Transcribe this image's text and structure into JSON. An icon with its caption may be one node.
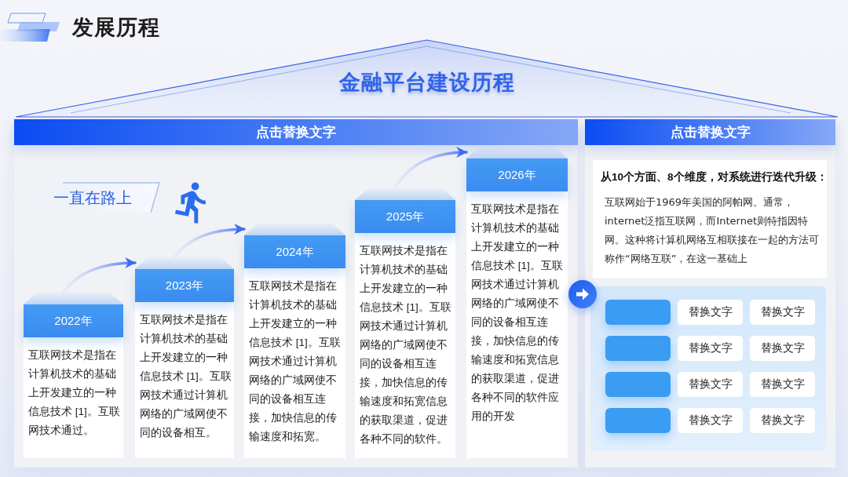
{
  "diagram": {
    "title": "发展历程",
    "nodes": [
      {
        "text": [
          "金融平台建设历程"
        ]
      },
      {
        "text": [
          "点击替换文字"
        ]
      },
      {
        "text": [
          "一直在路上"
        ],
        "in": 1
      },
      {
        "text": [
          "2022年",
          "互联网技术是指在计算机技术的基础上开发建立的一种信息技术 [1]。互联网技术通过。"
        ],
        "in": 1
      },
      {
        "text": [
          "2023年",
          "互联网技术是指在计算机技术的基础上开发建立的一种信息技术 [1]。互联网技术通过计算机网络的广域网使不同的设备相互。"
        ],
        "in": 1
      },
      {
        "text": [
          "2024年",
          "互联网技术是指在计算机技术的基础上开发建立的一种信息技术 [1]。互联网技术通过计算机网络的广域网使不同的设备相互连接，加快信息的传输速度和拓宽。"
        ],
        "in": 1
      },
      {
        "text": [
          "2025年",
          "互联网技术是指在计算机技术的基础上开发建立的一种信息技术 [1]。互联网技术通过计算机网络的广域网使不同的设备相互连接，加快信息的传输速度和拓宽信息的获取渠道，促进各种不同的软件。"
        ],
        "in": 1
      },
      {
        "text": [
          "2026年",
          "互联网技术是指在计算机技术的基础上开发建立的一种信息技术 [1]。互联网技术通过计算机网络的广域网使不同的设备相互连接，加快信息的传输速度和拓宽信息的获取渠道，促进各种不同的软件应用的开发"
        ],
        "in": 1
      },
      {
        "text": [
          "点击替换文字"
        ]
      },
      {
        "text": [
          "从10个方面、8个维度，对系统进行迭代升级：",
          "互联网始于1969年美国的阿帕网。通常，internet泛指互联网，而Internet则特指因特网。这种将计算机网络互相联接在一起的方法可称作“网络互联”，在这一基础上"
        ],
        "in": 8
      },
      {
        "text": [],
        "shape": "box",
        "in": 8
      },
      {
        "text": [],
        "shape": "box",
        "in": 10
      },
      {
        "text": [
          "替换文字"
        ],
        "in": 10
      },
      {
        "text": [
          "替换文字"
        ],
        "in": 10
      },
      {
        "text": [],
        "shape": "box",
        "in": 10
      },
      {
        "text": [
          "替换文字"
        ],
        "in": 10
      },
      {
        "text": [
          "替换文字"
        ],
        "in": 10
      },
      {
        "text": [],
        "shape": "box",
        "in": 10
      },
      {
        "text": [
          "替换文字"
        ],
        "in": 10
      },
      {
        "text": [
          "替换文字"
        ],
        "in": 10
      },
      {
        "text": [],
        "shape": "box",
        "in": 10
      },
      {
        "text": [
          "替换文字"
        ],
        "in": 10
      },
      {
        "text": [
          "替换文字"
        ],
        "in": 10
      }
    ],
    "edges": [
      {
        "from": 3,
        "to": 4,
        "arrow": "to"
      },
      {
        "from": 4,
        "to": 5,
        "arrow": "to"
      },
      {
        "from": 6,
        "to": 7,
        "arrow": "to"
      }
    ]
  }
}
